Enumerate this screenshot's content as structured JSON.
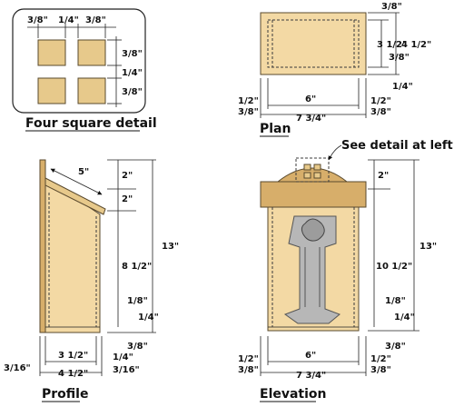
{
  "square_detail": {
    "title": "Four square detail",
    "top_dims": [
      "3/8\"",
      "1/4\"",
      "3/8\""
    ],
    "side_dims": [
      "3/8\"",
      "1/4\"",
      "3/8\""
    ]
  },
  "plan": {
    "title": "Plan",
    "right_top": "3/8\"",
    "height_inner": "3 1/2\"",
    "height_outer": "4 1/2\"",
    "right_mid": "3/8\"",
    "right_bottom": "1/4\"",
    "left_small": "1/2\"",
    "left_small2": "3/8\"",
    "width_inner": "6\"",
    "width_outer": "7 3/4\"",
    "right_small": "1/2\"",
    "right_small2": "3/8\""
  },
  "profile": {
    "title": "Profile",
    "roof": "5\"",
    "top1": "2\"",
    "top2": "2\"",
    "height_total": "13\"",
    "height_body": "8 1/2\"",
    "r1": "1/8\"",
    "r2": "1/4\"",
    "r3": "3/8\"",
    "width_inner": "3 1/2\"",
    "width_outer": "4 1/2\"",
    "left_small": "3/16\"",
    "right_small": "1/4\"",
    "right_small2": "3/16\""
  },
  "elevation": {
    "title": "Elevation",
    "callout": "See detail at left",
    "top": "2\"",
    "height_total": "13\"",
    "height_body": "10 1/2\"",
    "r1": "1/8\"",
    "r2": "1/4\"",
    "r3": "3/8\"",
    "left_small": "1/2\"",
    "left_small2": "3/8\"",
    "width_inner": "6\"",
    "width_outer": "7 3/4\"",
    "right_small": "1/2\"",
    "right_small2": "3/8\""
  }
}
